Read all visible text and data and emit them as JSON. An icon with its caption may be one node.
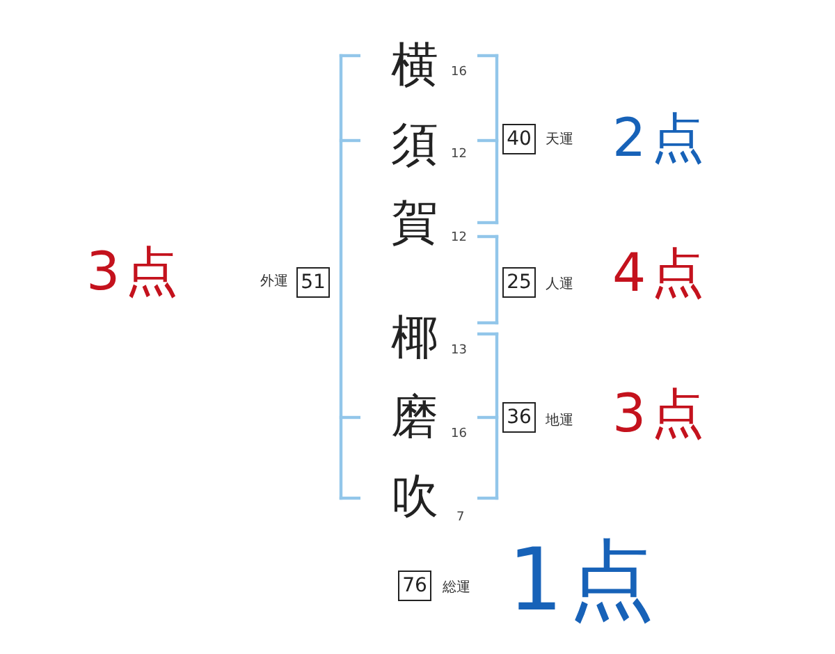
{
  "diagram": {
    "nodes": [
      {
        "text": [
          "40"
        ],
        "beside": [
          "天運",
          "2点"
        ]
      },
      {
        "text": [
          "51"
        ],
        "beside": [
          "外運",
          "3点"
        ]
      },
      {
        "text": [
          "25"
        ],
        "beside": [
          "人運",
          "4点"
        ]
      },
      {
        "text": [
          "36"
        ],
        "beside": [
          "地運",
          "3点"
        ]
      },
      {
        "text": [
          "76"
        ],
        "beside": [
          "総運",
          "1点"
        ]
      }
    ],
    "labels": [
      "横",
      "16",
      "須",
      "12",
      "賀",
      "12",
      "椰",
      "13",
      "磨",
      "16",
      "吹",
      "7"
    ]
  }
}
